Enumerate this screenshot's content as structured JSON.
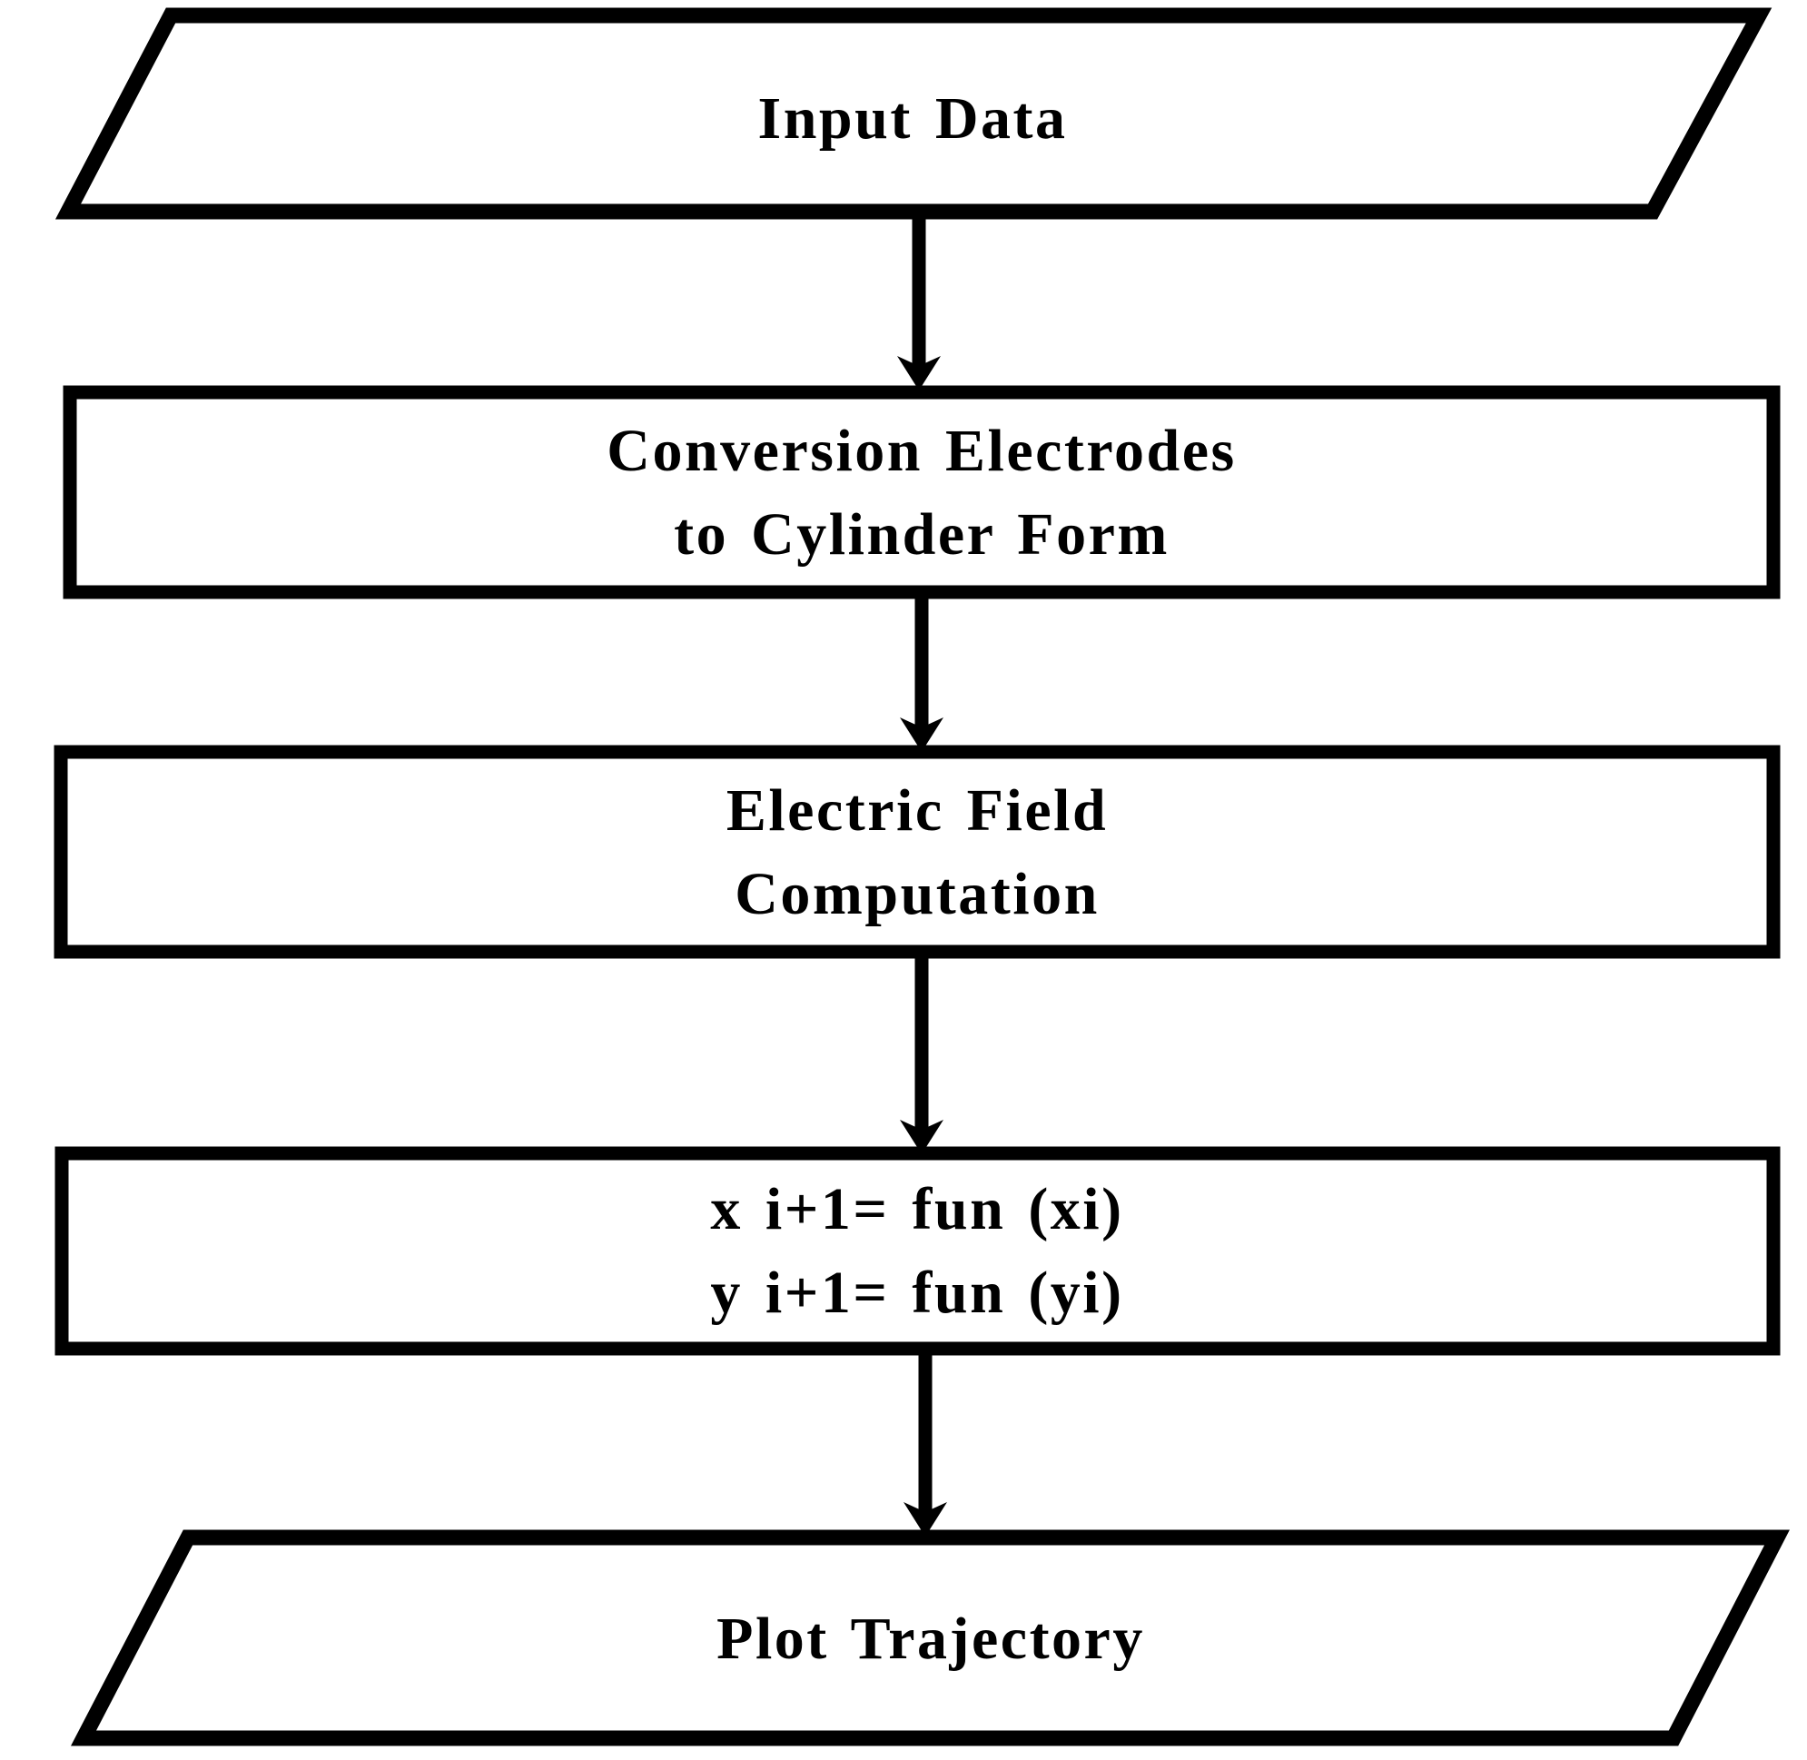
{
  "diagram": {
    "type": "flowchart",
    "background_color": "#ffffff",
    "stroke_color": "#000000",
    "node_fill_color": "#ffffff",
    "nodes": [
      {
        "id": "input-data",
        "shape": "parallelogram",
        "role": "input-output",
        "lines": [
          "Input Data"
        ]
      },
      {
        "id": "conversion-electrodes",
        "shape": "rectangle",
        "role": "process",
        "lines": [
          "Conversion Electrodes",
          "to Cylinder Form"
        ]
      },
      {
        "id": "electric-field",
        "shape": "rectangle",
        "role": "process",
        "lines": [
          "Electric Field",
          "Computation"
        ]
      },
      {
        "id": "iteration-functions",
        "shape": "rectangle",
        "role": "process",
        "lines": [
          "x i+1= fun (xi)",
          "y i+1= fun (yi)"
        ]
      },
      {
        "id": "plot-trajectory",
        "shape": "parallelogram",
        "role": "input-output",
        "lines": [
          "Plot Trajectory"
        ]
      }
    ],
    "edges": [
      {
        "from": "input-data",
        "to": "conversion-electrodes",
        "style": "arrow-down"
      },
      {
        "from": "conversion-electrodes",
        "to": "electric-field",
        "style": "arrow-down"
      },
      {
        "from": "electric-field",
        "to": "iteration-functions",
        "style": "arrow-down"
      },
      {
        "from": "iteration-functions",
        "to": "plot-trajectory",
        "style": "arrow-down"
      }
    ]
  }
}
